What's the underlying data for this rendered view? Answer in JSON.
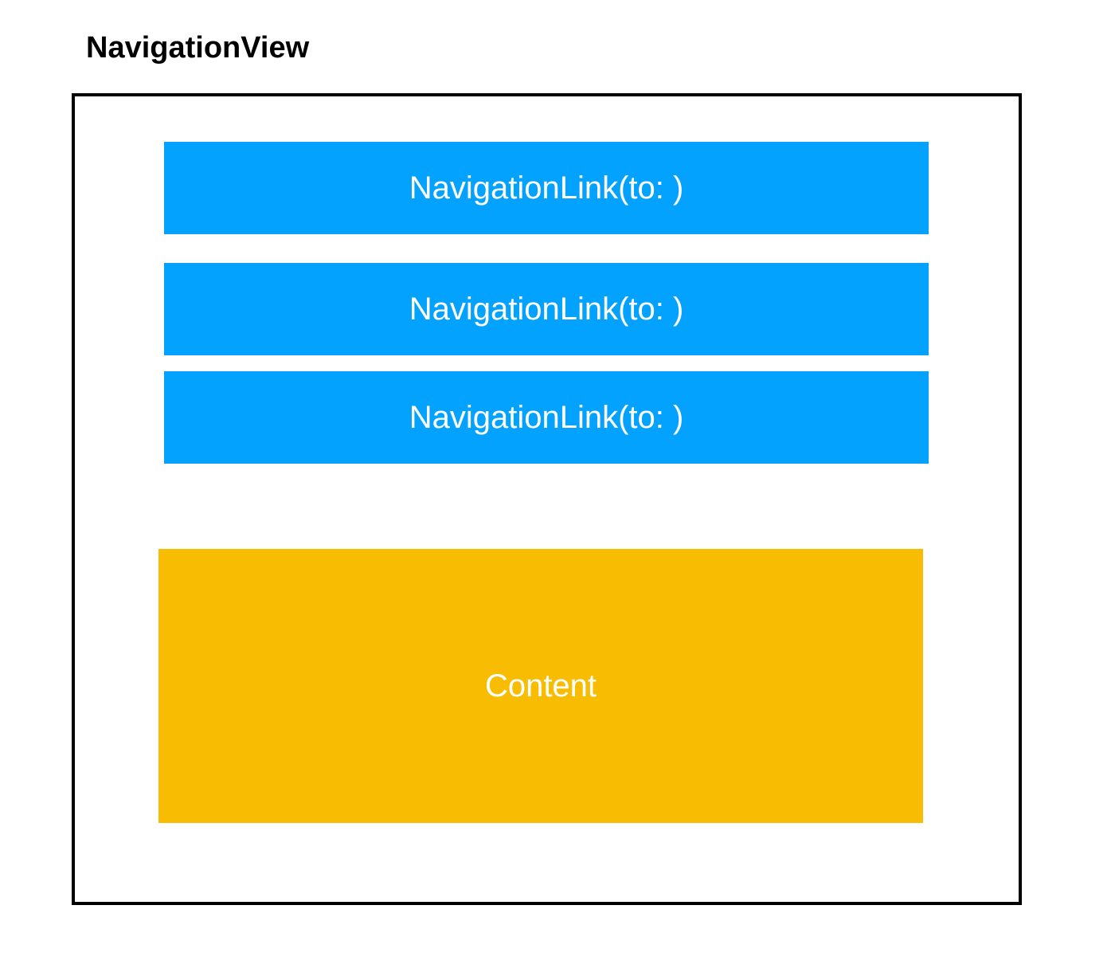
{
  "title": "NavigationView",
  "links": [
    {
      "label": "NavigationLink(to: )"
    },
    {
      "label": "NavigationLink(to: )"
    },
    {
      "label": "NavigationLink(to: )"
    }
  ],
  "content": {
    "label": "Content"
  },
  "colors": {
    "link_fill": "#03a2fe",
    "content_fill": "#f8bc03",
    "frame_border": "#000000",
    "label_text": "#ffffff"
  }
}
